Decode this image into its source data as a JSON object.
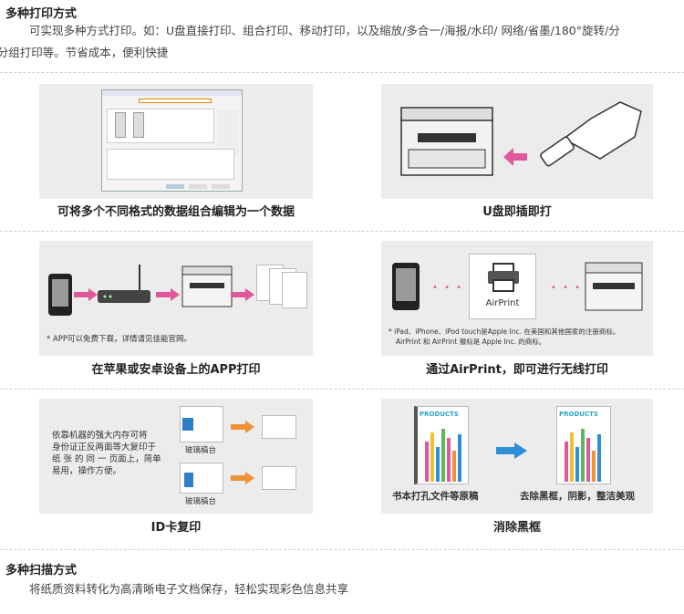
{
  "section1": {
    "title": "多种打印方式",
    "desc_line1": "可实现多种方式打印。如：U盘直接打印、组合打印、移动打印，以及缩放/多合一/海报/水印/ 网络/省墨/180°旋转/分",
    "desc_line2": "套/分组打印等。节省成本，便利快捷"
  },
  "features": [
    {
      "caption": "可将多个不同格式的数据组合编辑为一个数据"
    },
    {
      "caption": "U盘即插即打"
    },
    {
      "caption": "在苹果或安卓设备上的APP打印",
      "note": "* APP可以免费下载，详情请见佳能官网。"
    },
    {
      "caption": "通过AirPrint，即可进行无线打印",
      "badge": "AirPrint",
      "note_line1": "* iPad、iPhone、iPod touch是Apple Inc. 在美国和其他国家的注册商标。",
      "note_line2": "AirPrint 和 AirPrint 徽标是 Apple Inc. 的商标。"
    },
    {
      "caption": "ID卡复印",
      "text_line1": "依靠机器的强大内存可将",
      "text_line2": "身份证正反两面等大复印于",
      "text_line3": "纸 张 的 同 一 页面上，简单",
      "text_line4": "易用，操作方便。",
      "glass1": "玻璃稿台",
      "glass2": "玻璃稿台"
    },
    {
      "caption": "消除黑框",
      "doc_label1": "PRODUCTS",
      "doc_label2": "PRODUCTS",
      "sub1": "书本打孔文件等原稿",
      "sub2": "去除黑框，阴影，整洁美观"
    }
  ],
  "section2": {
    "title": "多种扫描方式",
    "desc": "将纸质资料转化为高清晰电子文档保存，轻松实现彩色信息共享"
  },
  "colors": {
    "pink_arrow": "#e0579b",
    "orange_arrow": "#f0913a",
    "blue_arrow": "#2e8fd6",
    "panel_bg": "#ececec"
  }
}
